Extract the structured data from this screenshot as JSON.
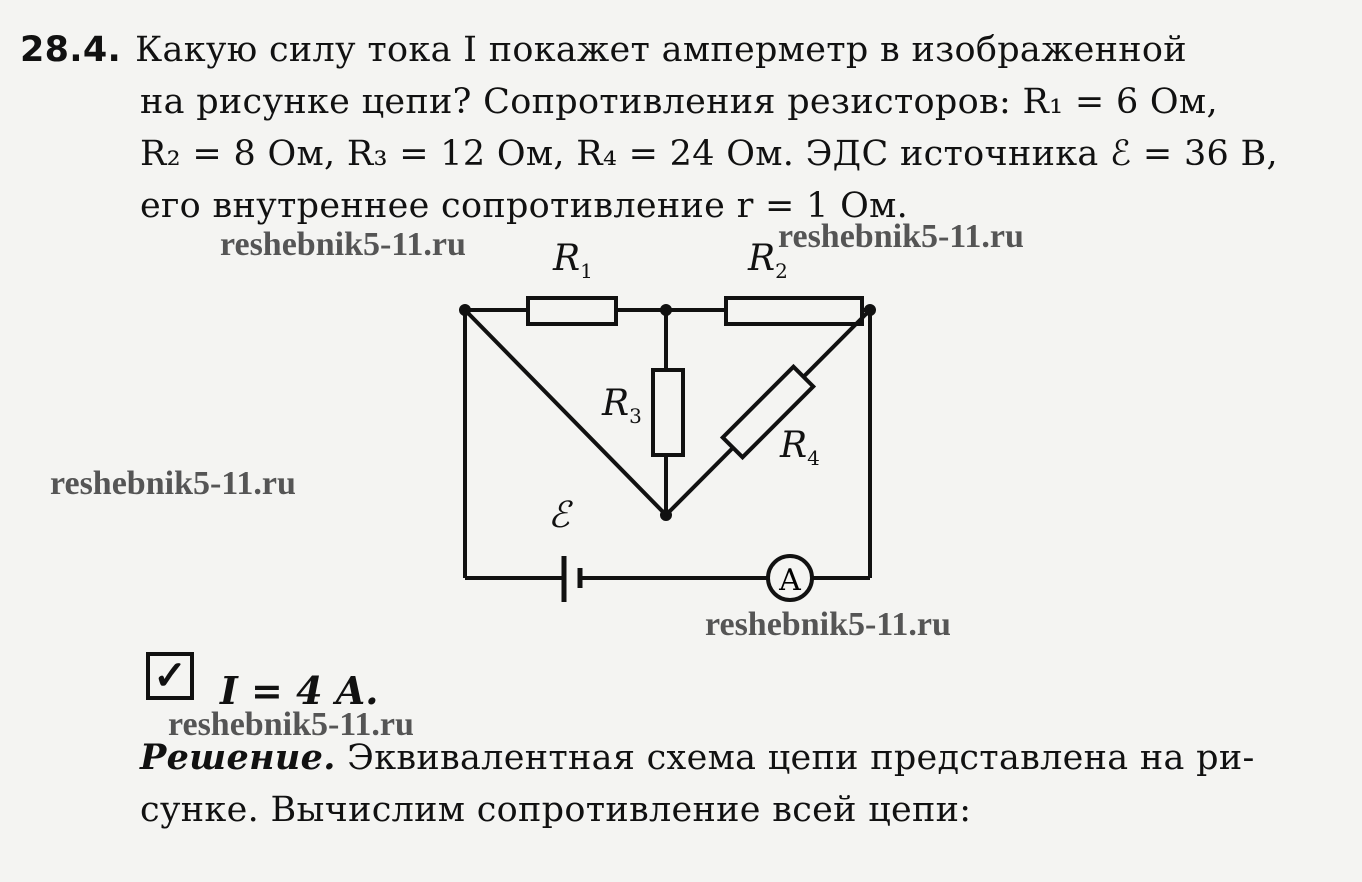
{
  "problem": {
    "number": "28.4.",
    "lines": [
      "Какую силу тока I покажет амперметр в изображенной",
      "на рисунке цепи? Сопротивления резисторов: R₁ = 6 Ом,",
      "R₂ = 8 Ом, R₃ = 12 Ом, R₄ = 24 Ом. ЭДС источника ℰ = 36 В,",
      "его внутреннее сопротивление r = 1 Ом."
    ]
  },
  "circuit": {
    "labels": {
      "r1": "R",
      "r1_sub": "1",
      "r2": "R",
      "r2_sub": "2",
      "r3": "R",
      "r3_sub": "3",
      "r4": "R",
      "r4_sub": "4",
      "emf": "ℰ",
      "ammeter": "A"
    }
  },
  "answer": {
    "checkbox": "✓",
    "text": "I = 4 A."
  },
  "solution": {
    "lines": [
      {
        "lead": "Решение.",
        "text": " Эквивалентная схема цепи представлена на ри-"
      },
      {
        "lead": "",
        "text": "сунке. Вычислим сопротивление всей цепи:"
      }
    ]
  },
  "watermarks": [
    "reshebnik5-11.ru",
    "reshebnik5-11.ru",
    "reshebnik5-11.ru",
    "reshebnik5-11.ru",
    "reshebnik5-11.ru"
  ]
}
